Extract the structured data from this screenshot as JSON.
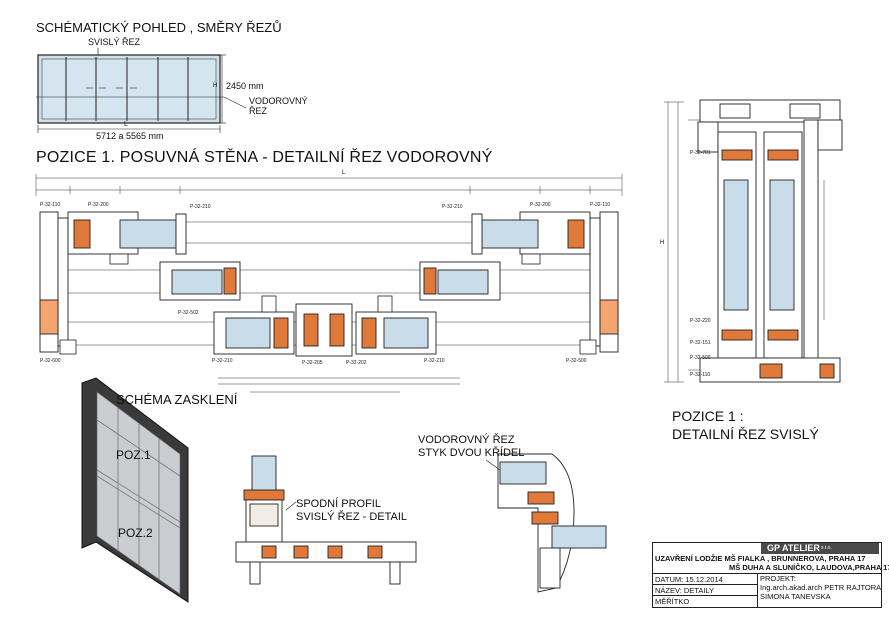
{
  "schematic": {
    "title": "SCHÉMATICKÝ POHLED , SMĚRY ŘEZŮ",
    "vertical_cut": "SVISLÝ ŘEZ",
    "horizontal_cut_line1": "VODOROVNÝ",
    "horizontal_cut_line2": "ŘEZ",
    "height_dim": "2450 mm",
    "height_letter": "H",
    "width_letter": "L",
    "width_dim": "5712 a  5565 mm"
  },
  "horizontal_section": {
    "title": "POZICE 1. POSUVNÁ STĚNA - DETAILNÍ ŘEZ VODOROVNÝ",
    "overall_letter": "L",
    "profile_labels": [
      "P-32-110",
      "P-32-200",
      "P-32-210",
      "P-32-210",
      "P-32-200",
      "P-32-110",
      "P-32-502",
      "P-32-600",
      "P-32-210",
      "P-32-205",
      "P-32-202",
      "P-32-210",
      "P-32-500"
    ]
  },
  "vertical_section": {
    "title_line1": "POZICE 1 :",
    "title_line2": "DETAILNÍ ŘEZ SVISLÝ",
    "height_letter": "H",
    "profile_labels": [
      "P-32-701",
      "P-32-220",
      "P-32-151",
      "P-32-500",
      "P-32-110"
    ]
  },
  "glazing_scheme": {
    "title": "SCHÉMA ZASKLENÍ",
    "pos1": "POZ.1",
    "pos2": "POZ.2"
  },
  "bottom_profile": {
    "line1": "SPODNÍ PROFIL",
    "line2": "SVISLÝ ŘEZ - DETAIL"
  },
  "sash_joint": {
    "line1": "VODOROVNÝ ŘEZ",
    "line2": "STYK DVOU KŘÍDEL"
  },
  "title_block": {
    "company": "GP ATELIER",
    "company_suffix": "s.r.o.",
    "project_line1": "UZAVŘENÍ LODŽIE MŠ FIALKA , BRUNNEROVA, PRAHA 17",
    "project_line2": "MŠ DUHA A SLUNÍČKO, LAUDOVA,PRAHA 17",
    "date_label": "DATUM: 15.12.2014",
    "name_label": "NÁZEV:   DETAILY",
    "scale_label": "MĚŘÍTKO",
    "project_label": "PROJEKT:",
    "author_line1": "Ing.arch.akad.arch PETR RAJTORA",
    "author_line2": "SIMONA TANEVSKA"
  },
  "colors": {
    "glass": "#c9dcea",
    "thermal_break": "#e0783a",
    "profile": "#ffffff",
    "line": "#222222",
    "title_block_dark": "#4a4a4a"
  }
}
